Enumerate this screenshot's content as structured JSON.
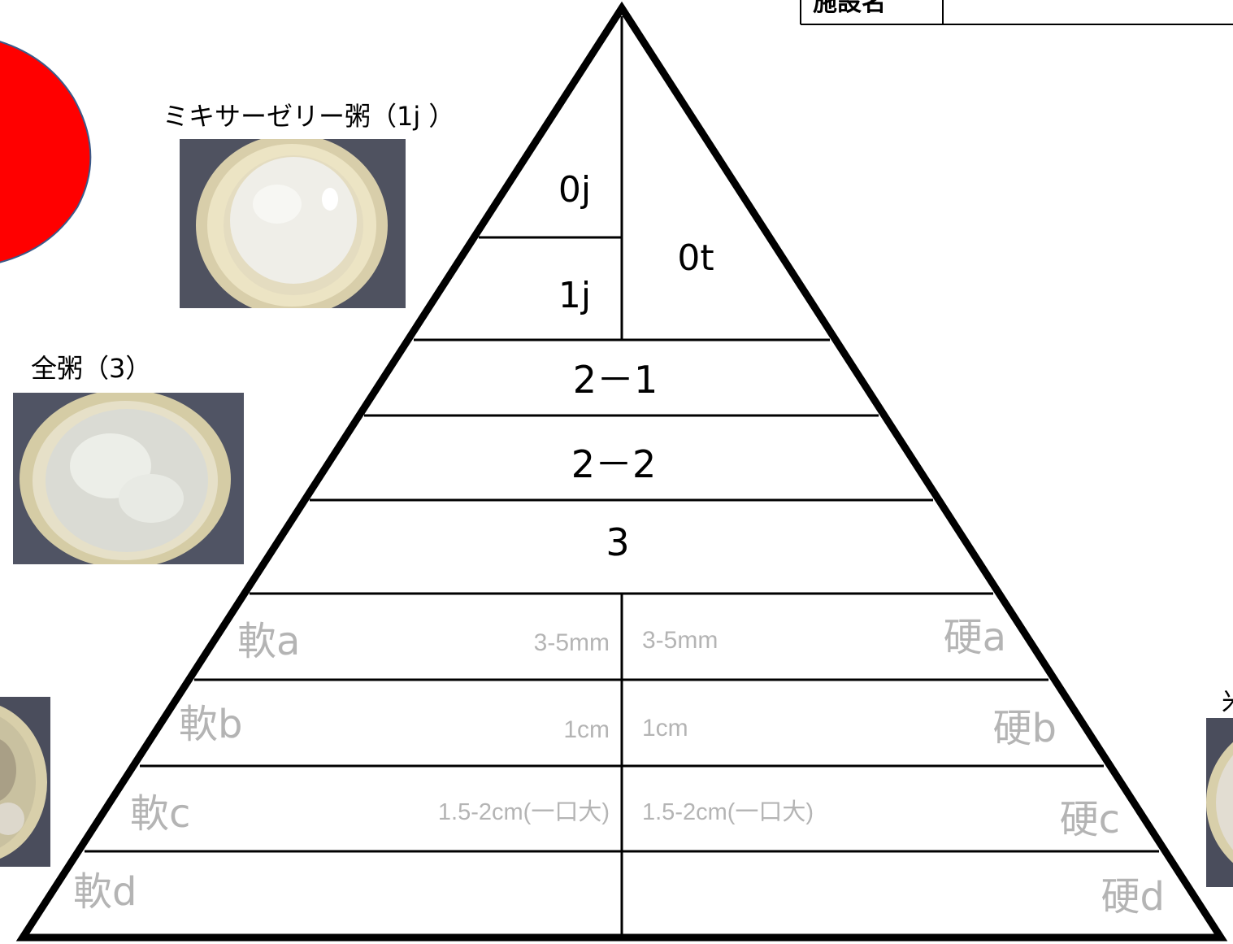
{
  "top_table": {
    "cell_1": "施設名",
    "cell_2": ""
  },
  "captions": {
    "mixer_jelly": "ミキサーゼリー粥（1j ）",
    "zengayu": "全粥（3）",
    "right_partial": "米"
  },
  "pyramid": {
    "top_left_upper": "0j",
    "top_left_lower": "1j",
    "top_right": "0t",
    "level_2_1": "2－1",
    "level_2_2": "2－2",
    "level_3": "3",
    "rows": [
      {
        "soft": "軟a",
        "soft_size": "3-5mm",
        "hard_size": "3-5mm",
        "hard": "硬a"
      },
      {
        "soft": "軟b",
        "soft_size": "1cm",
        "hard_size": "1cm",
        "hard": "硬b"
      },
      {
        "soft": "軟c",
        "soft_size": "1.5-2cm(一口大)",
        "hard_size": "1.5-2cm(一口大)",
        "hard": "硬c"
      },
      {
        "soft": "軟d",
        "soft_size": "",
        "hard_size": "",
        "hard": "硬d"
      }
    ]
  },
  "colors": {
    "red_shape": "#ff0000",
    "label_grey": "#b4b4b4",
    "line": "#000000"
  }
}
